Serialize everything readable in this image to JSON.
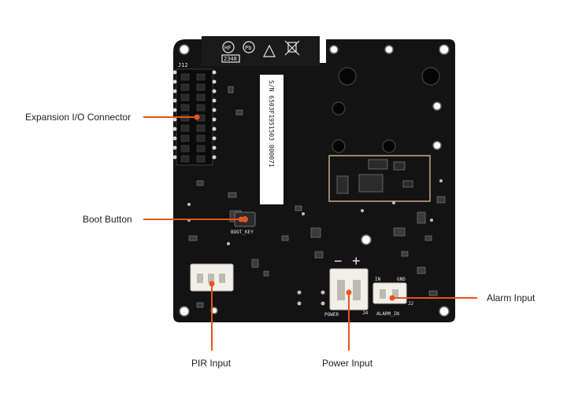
{
  "callouts": {
    "expansion": "Expansion I/O Connector",
    "boot": "Boot Button",
    "pir": "PIR Input",
    "power": "Power Input",
    "alarm": "Alarm  Input"
  },
  "board": {
    "header_label": "J12",
    "serial_line1": "S/N 6503F1951503 000071",
    "cert_hf": "HF",
    "cert_pb": "Pb",
    "date_code": "2348",
    "boot_key_label": "BOOT_KEY",
    "power_label": "POWER",
    "j4_label": "J4",
    "alarm_in_label": "ALARM_IN",
    "in_label": "IN",
    "gnd_label": "GND",
    "j2_label": "J2",
    "minus_sign": "−",
    "plus_sign": "+"
  },
  "colors": {
    "pcb": "#131313",
    "callout_line": "#e8531f",
    "connector": "#f2efe9",
    "silkscreen": "#e6e6e6"
  }
}
